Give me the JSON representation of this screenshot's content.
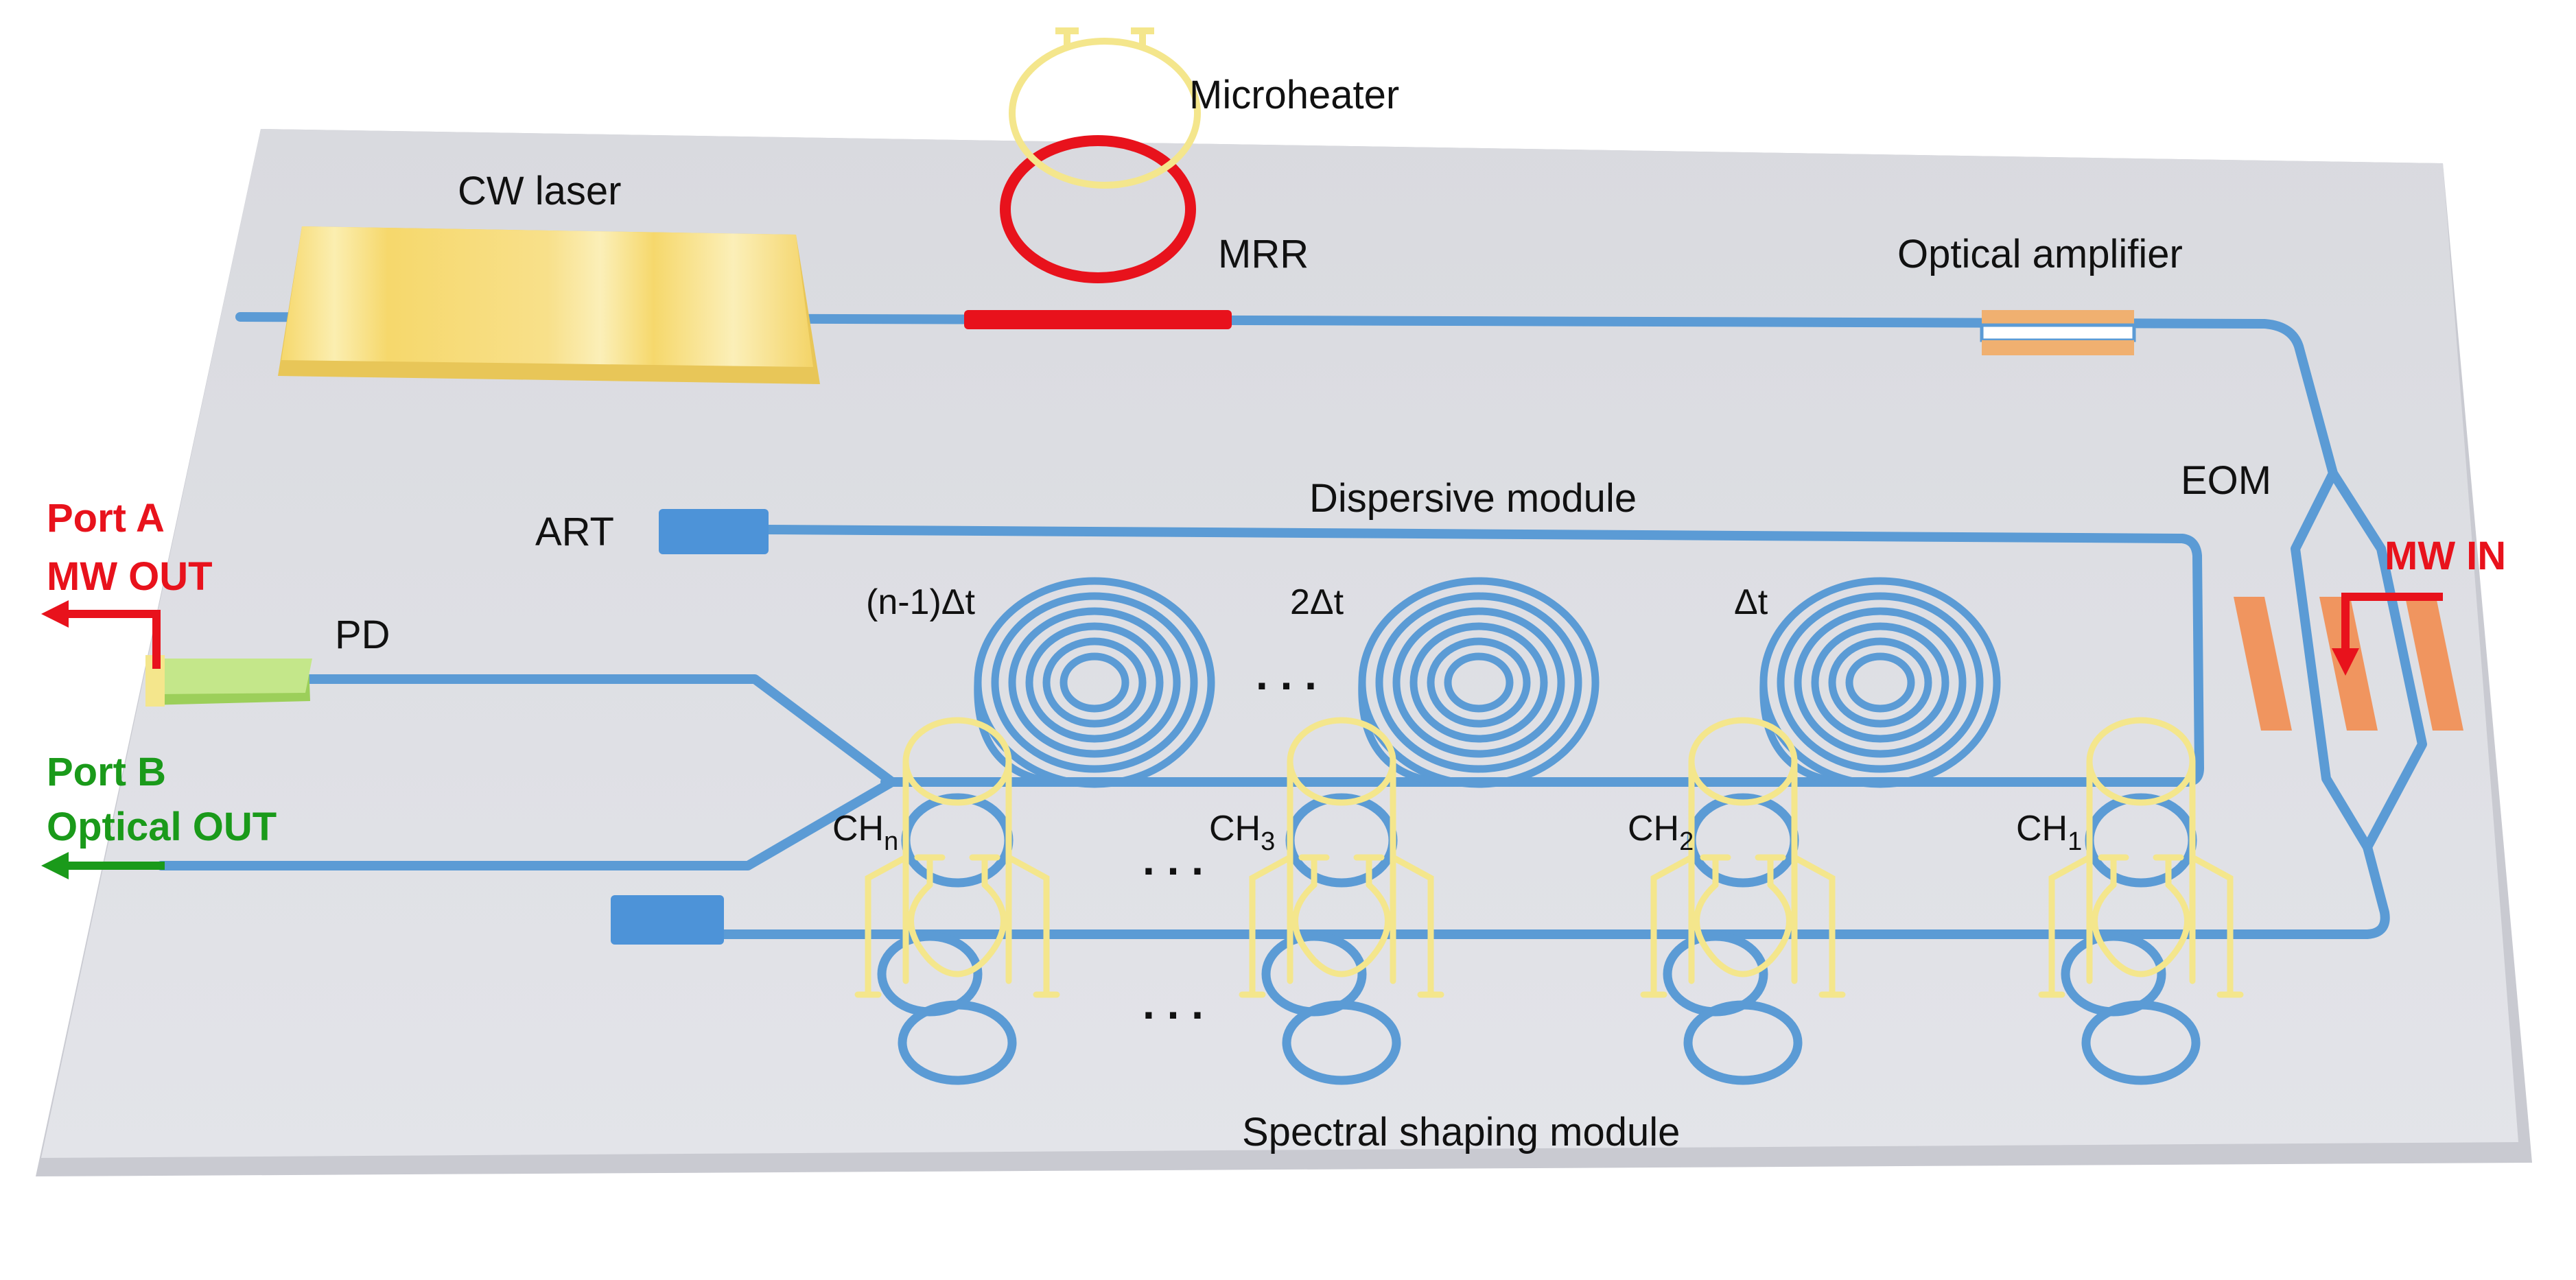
{
  "labels": {
    "microheater": "Microheater",
    "cw_laser": "CW laser",
    "mrr": "MRR",
    "optical_amplifier": "Optical amplifier",
    "eom": "EOM",
    "mw_in": "MW IN",
    "port_a": "Port A",
    "mw_out": "MW OUT",
    "pd": "PD",
    "art": "ART",
    "dispersive_module": "Dispersive module",
    "port_b": "Port B",
    "optical_out": "Optical OUT",
    "delay_n": "(n-1)Δt",
    "delay_2": "2Δt",
    "delay_1": "Δt",
    "ellipsis": ". . .",
    "ch_prefix": "CH",
    "ch_n_sub": "n",
    "ch_3_sub": "3",
    "ch_2_sub": "2",
    "ch_1_sub": "1",
    "spectral_shaping_module": "Spectral shaping module"
  },
  "colors": {
    "chip": "#dcdde3",
    "chip_edge": "#c6c7ce",
    "waveguide": "#5b9bd5",
    "microheater": "#f4e68c",
    "mrr": "#e8121c",
    "laser": "#f7dd7a",
    "eom_electrode": "#f0955f",
    "pd": "#b9e07a",
    "port_a": "#e8121c",
    "port_b": "#1a9a1a"
  }
}
